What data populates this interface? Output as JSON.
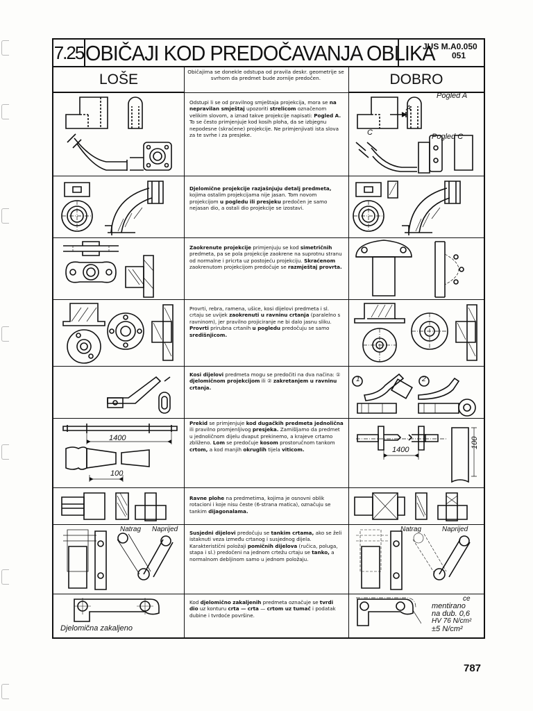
{
  "header": {
    "section_number": "7.25",
    "title": "OBIČAJI KOD PREDOČAVANJA OBLIKA",
    "standard_line1": "JUS M.A0.050",
    "standard_line2": "051"
  },
  "columns": {
    "bad": "LOŠE",
    "good": "DOBRO"
  },
  "intro": "Običajima se donekle odstupa od pravila deskr. geometrije se svrhom da predmet bude zornije predočen.",
  "rows": [
    {
      "segments": [
        {
          "t": "Odstupi li se od pravilnog smještaja projekcija, mora se "
        },
        {
          "t": "na nepravilan smještaj",
          "b": true
        },
        {
          "t": " upozoriti "
        },
        {
          "t": "strelicom",
          "b": true
        },
        {
          "t": " označenom velikim slovom, a iznad takve projekcije napisati: "
        },
        {
          "t": "Pogled A.",
          "b": true
        },
        {
          "t": " To se često primjenjuje kod kosih ploha, da se izbjegnu nepodesne (skraćene) projekcije. Ne primjenjivati ista slova za te svrhe i za presjeke."
        }
      ]
    },
    {
      "segments": [
        {
          "t": "Djelomične projekcije razjašnjuju detalj predmeta,",
          "b": true
        },
        {
          "t": " kojima ostalim projekcijama nije jasan. Tom novom projekcijom "
        },
        {
          "t": "u pogledu ili presjeku",
          "b": true
        },
        {
          "t": " predočen je samo nejasan dio, a ostali dio projekcije se izostavi."
        }
      ]
    },
    {
      "segments": [
        {
          "t": "Zaokrenute projekcije",
          "b": true
        },
        {
          "t": " primjenjuju se kod "
        },
        {
          "t": "simetričnih",
          "b": true
        },
        {
          "t": " predmeta, pa se pola projekcije zaokrene na suprotnu stranu od normalne i pricrta uz postojeću projekciju. "
        },
        {
          "t": "Skraćenom",
          "b": true
        },
        {
          "t": " zaokrenutom projekcijom predočuje se "
        },
        {
          "t": "razmještaj provrta.",
          "b": true
        }
      ]
    },
    {
      "segments": [
        {
          "t": "Provrti, rebra, ramena, ušice, kosi dijelovi predmeta i sl. crtaju se uvijek "
        },
        {
          "t": "zaokrenuti u ravninu crtanja",
          "b": true
        },
        {
          "t": " (paralelno s ravninom), jer pravilno projiciranje ne bi dalo jasnu sliku. "
        },
        {
          "t": "Provrti",
          "b": true
        },
        {
          "t": " prirubna crtanih "
        },
        {
          "t": "u pogledu",
          "b": true
        },
        {
          "t": " predočuju se samo "
        },
        {
          "t": "središnjicom.",
          "b": true
        }
      ]
    },
    {
      "segments": [
        {
          "t": "Kosi dijelovi",
          "b": true
        },
        {
          "t": " predmeta mogu se predočiti na dva načina: ① "
        },
        {
          "t": "djelomičnom projekcijom",
          "b": true
        },
        {
          "t": " ili ② "
        },
        {
          "t": "zakretanjem u ravninu crtanja.",
          "b": true
        }
      ]
    },
    {
      "segments": [
        {
          "t": "Prekid",
          "b": true
        },
        {
          "t": " se primjenjuje "
        },
        {
          "t": "kod dugačkih predmeta jednolična",
          "b": true
        },
        {
          "t": " ili pravilno promjenljivog "
        },
        {
          "t": "presjeka.",
          "b": true
        },
        {
          "t": " Zamišljamo da predmet u jednoličnom dijelu dvaput prekinemo, a krajeve crtamo zbliženo. "
        },
        {
          "t": "Lom",
          "b": true
        },
        {
          "t": " se predočuje "
        },
        {
          "t": "kosom",
          "b": true
        },
        {
          "t": " prostoručnom tankom "
        },
        {
          "t": "crtom,",
          "b": true
        },
        {
          "t": " a kod manjih "
        },
        {
          "t": "okruglih",
          "b": true
        },
        {
          "t": " tijela "
        },
        {
          "t": "viticom.",
          "b": true
        }
      ]
    },
    {
      "segments": [
        {
          "t": "Ravne plohe",
          "b": true
        },
        {
          "t": " na predmetima, kojima je osnovni oblik rotacioni i koje nisu česte (6-strana matica), označuju se tankim "
        },
        {
          "t": "dijagonalama.",
          "b": true
        }
      ]
    },
    {
      "segments": [
        {
          "t": "Susjedni dijelovi",
          "b": true
        },
        {
          "t": " predočuju se "
        },
        {
          "t": "tankim crtama,",
          "b": true
        },
        {
          "t": " ako se želi istaknuti veza između crtanog i susjednog dijela. Karakteristični položaji "
        },
        {
          "t": "pomičnih dijelova",
          "b": true
        },
        {
          "t": " (ručica, poluga, stapa i sl.) predočeni na jednom crtežu crtaju se "
        },
        {
          "t": "tanko,",
          "b": true
        },
        {
          "t": " a normalnom debljinom samo u jednom položaju."
        }
      ]
    },
    {
      "segments": [
        {
          "t": "Kod "
        },
        {
          "t": "djelomično zakaljenih",
          "b": true
        },
        {
          "t": " predmeta označuje se "
        },
        {
          "t": "tvrdi dio",
          "b": true
        },
        {
          "t": " uz konturu "
        },
        {
          "t": "crta — crta",
          "b": true
        },
        {
          "t": " — "
        },
        {
          "t": "crtom uz tumač",
          "b": true
        },
        {
          "t": " i podatak dubine i tvrdoće površine."
        }
      ]
    }
  ],
  "labels": {
    "pogled_a": "Pogled A",
    "pogled_c": "Pogled C",
    "letter_a": "A",
    "letter_c": "C",
    "dim_1400": "1400",
    "dim_100": "100",
    "natrag": "Natrag",
    "naprijed": "Naprijed",
    "djelomicna": "Djelomična zakaljeno",
    "ce": "ce",
    "mentirano": "mentirano",
    "na_dub": "na dub. 0,6",
    "hv": "HV 76 N/cm²",
    "tol": "±5 N/cm²",
    "circle_1": "1",
    "circle_2": "2"
  },
  "page_number": "787"
}
